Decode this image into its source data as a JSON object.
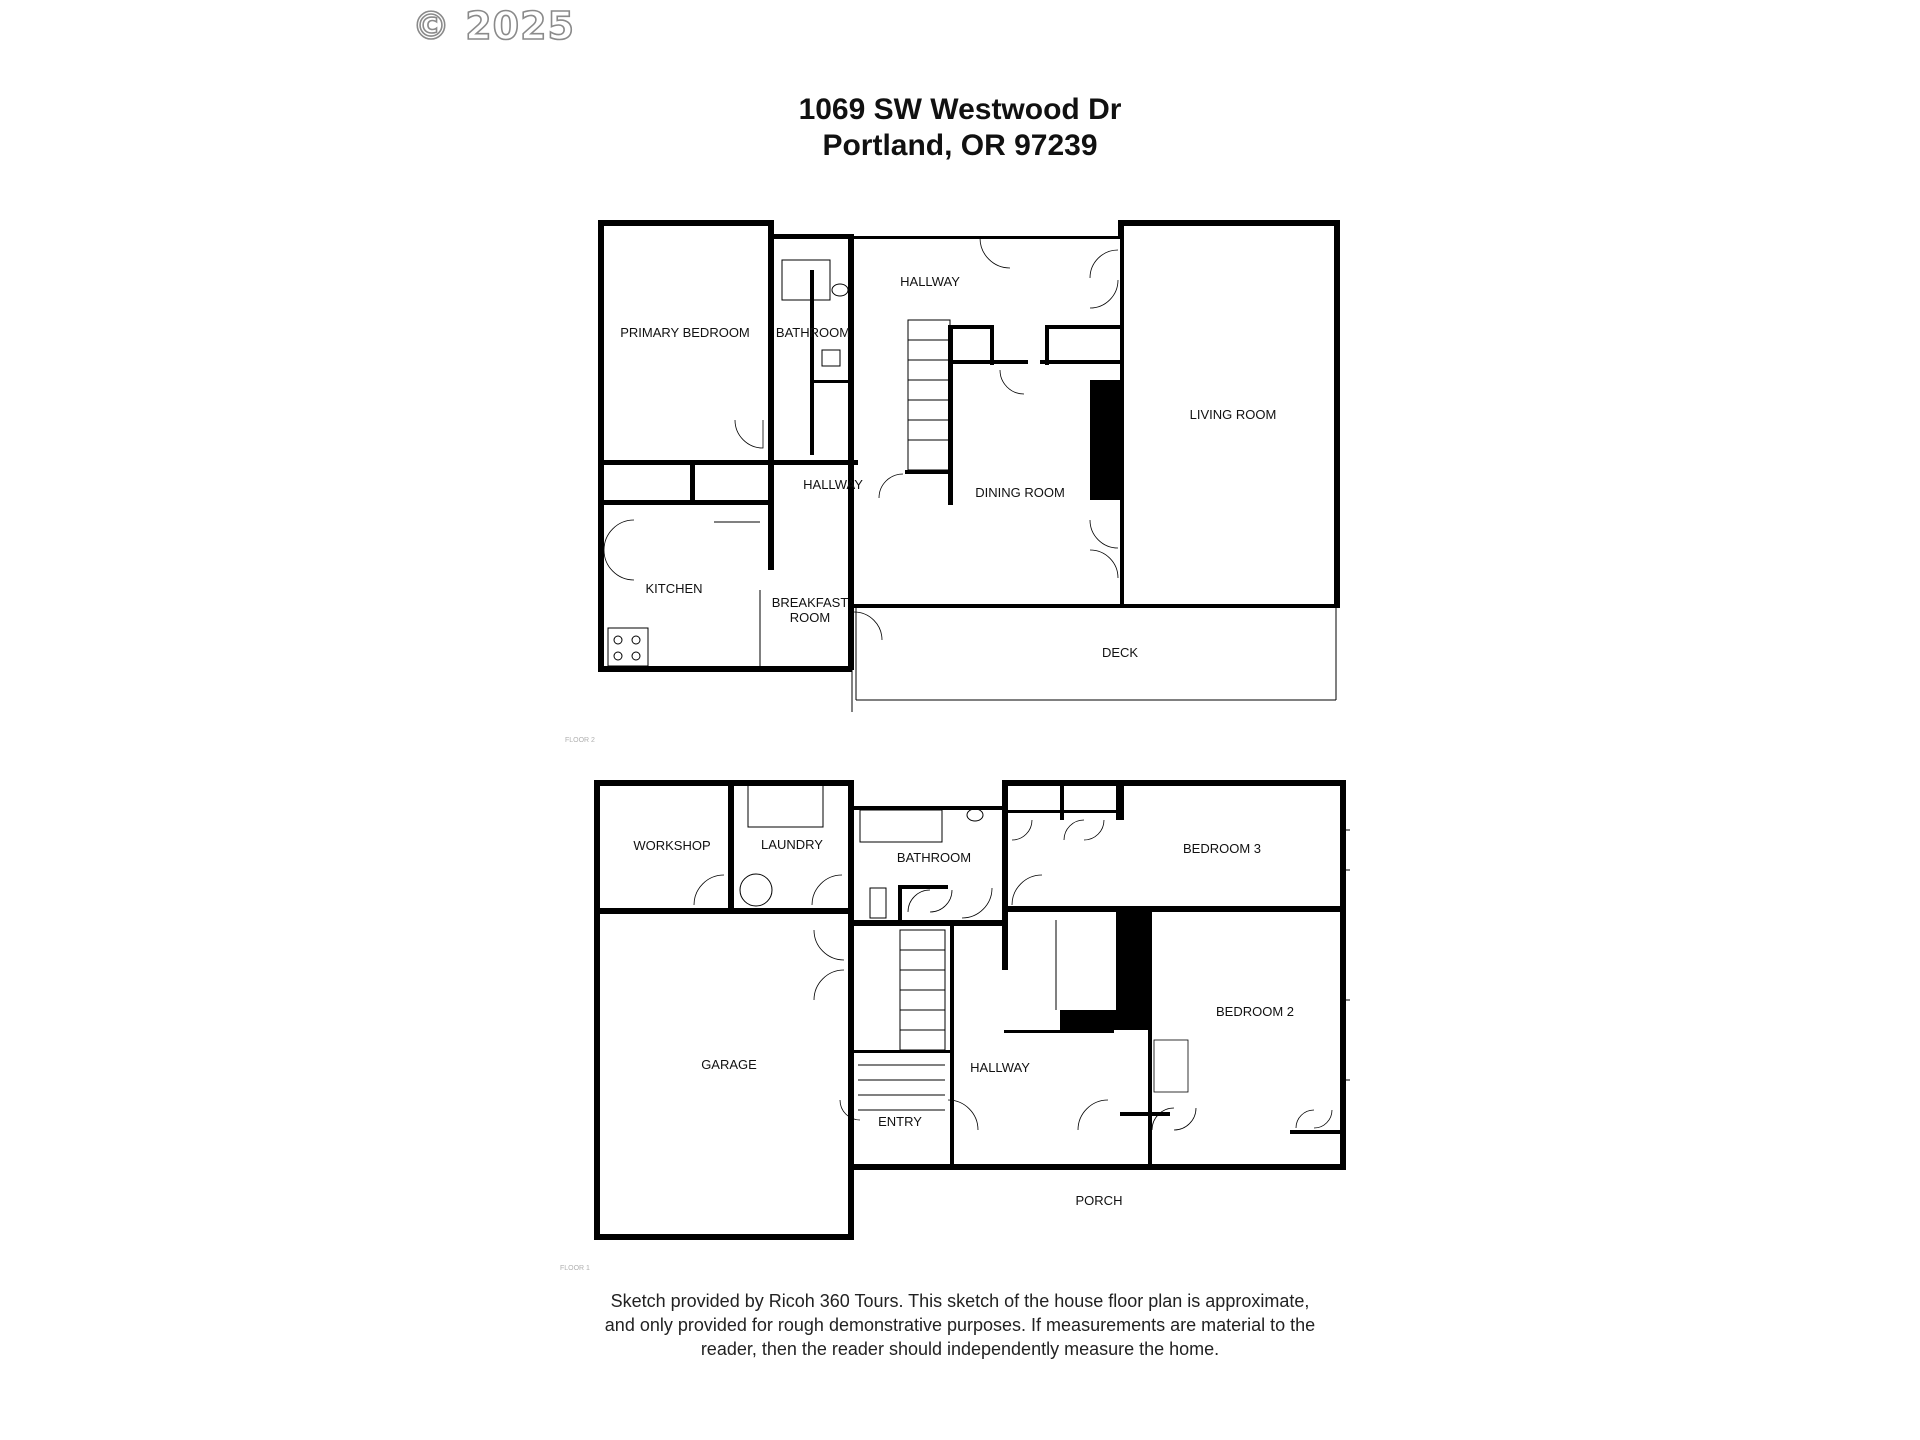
{
  "copyright": "© 2025",
  "address": {
    "line1": "1069 SW Westwood Dr",
    "line2": "Portland, OR  97239"
  },
  "floor2": {
    "label": "FLOOR 2",
    "rooms": {
      "primary_bedroom": "PRIMARY BEDROOM",
      "bathroom": "BATHROOM",
      "hallway_top": "HALLWAY",
      "hallway_mid": "HALLWAY",
      "living_room": "LIVING ROOM",
      "dining_room": "DINING ROOM",
      "kitchen": "KITCHEN",
      "breakfast_line1": "BREAKFAST",
      "breakfast_line2": "ROOM",
      "deck": "DECK"
    }
  },
  "floor1": {
    "label": "FLOOR 1",
    "rooms": {
      "workshop": "WORKSHOP",
      "laundry": "LAUNDRY",
      "bathroom": "BATHROOM",
      "bedroom3": "BEDROOM 3",
      "bedroom2": "BEDROOM 2",
      "garage": "GARAGE",
      "hallway": "HALLWAY",
      "entry": "ENTRY",
      "porch": "PORCH"
    }
  },
  "disclaimer": {
    "line1": "Sketch provided by Ricoh 360 Tours.  This sketch of the house floor plan is approximate,",
    "line2": "and only provided for rough demonstrative purposes.  If measurements are material to the",
    "line3": "reader, then the reader should independently measure the home."
  }
}
